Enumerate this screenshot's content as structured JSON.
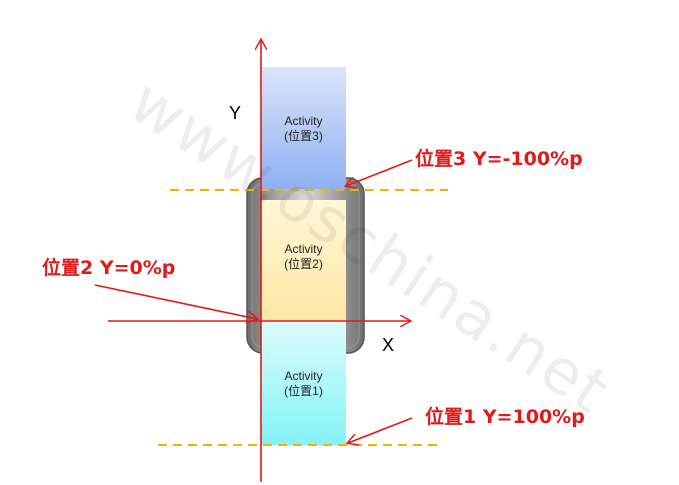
{
  "watermark": "www.oschina.net",
  "axes": {
    "x_label": "X",
    "y_label": "Y"
  },
  "boxes": [
    {
      "id": "pos3",
      "line1": "Activity",
      "line2": "(位置3)"
    },
    {
      "id": "pos2",
      "line1": "Activity",
      "line2": "(位置2)"
    },
    {
      "id": "pos1",
      "line1": "Activity",
      "line2": "(位置1)"
    }
  ],
  "annotations": {
    "pos3": "位置3 Y=-100%p",
    "pos2": "位置2 Y=0%p",
    "pos1": "位置1 Y=100%p"
  },
  "colors": {
    "axis": "#e11919",
    "guide": "#f0b400",
    "annotation": "#e11919"
  }
}
